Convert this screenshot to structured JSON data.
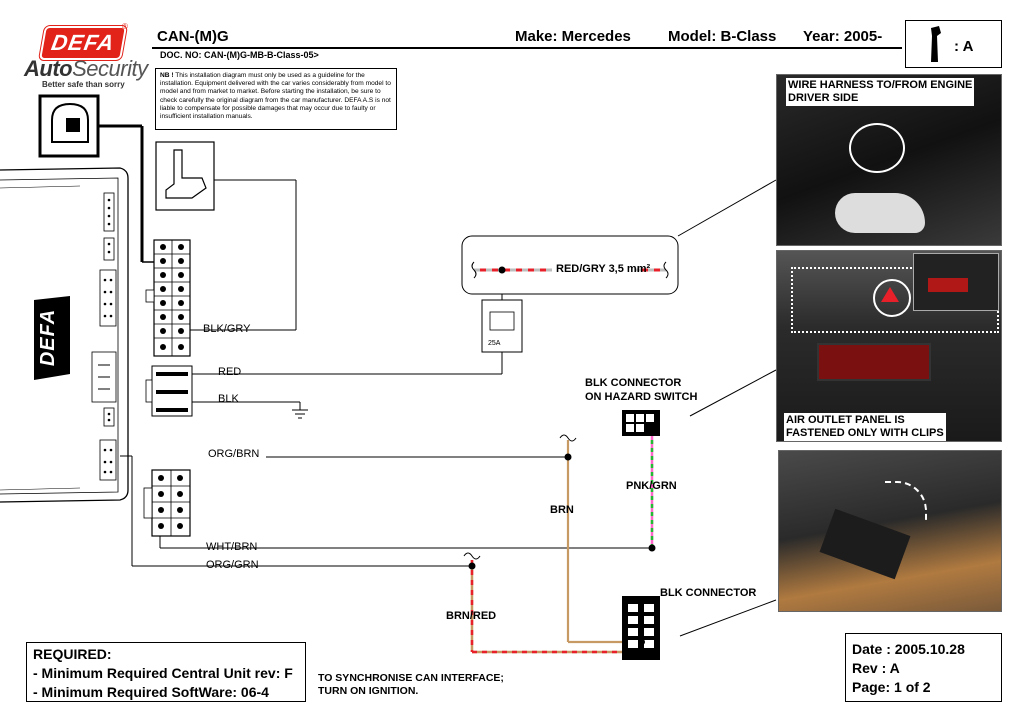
{
  "header": {
    "title": "CAN-(M)G",
    "make": "Make:  Mercedes",
    "model": "Model: B-Class",
    "year": "Year: 2005-",
    "doc_no": "DOC. NO: CAN-(M)G-MB-B-Class-05>",
    "rev_tag": ": A"
  },
  "brand": {
    "logo_text": "DEFA",
    "registered": "®",
    "name_auto": "Auto",
    "name_security": "Security",
    "slogan": "Better safe than sorry",
    "unit_logo": "DEFA"
  },
  "notice": {
    "lead": "NB !",
    "text": "This installation diagram must only be used as a guideline for the installation. Equipment delivered with the car varies considerably from model to model and from market to market. Before starting the installation, be sure to check carefully the original diagram from the car manufacturer. DEFA  A.S is not liable to compensate  for possible damages that may occur due to faulty or insufficient installation manuals."
  },
  "wires": {
    "blk_gry": "BLK/GRY",
    "red": "RED",
    "blk": "BLK",
    "org_brn": "ORG/BRN",
    "wht_brn": "WHT/BRN",
    "org_grn": "ORG/GRN",
    "red_gry": "RED/GRY 3,5 mm²",
    "pnk_grn": "PNK/GRN",
    "brn": "BRN",
    "brn_red": "BRN/RED"
  },
  "fuse_label": "25A",
  "connectors": {
    "hazard_line1": "BLK CONNECTOR",
    "hazard_line2": "ON HAZARD SWITCH",
    "blk": "BLK CONNECTOR"
  },
  "photos": {
    "p1_line1": "WIRE HARNESS TO/FROM ENGINE",
    "p1_line2": "DRIVER SIDE",
    "p2_line1": "AIR OUTLET PANEL IS",
    "p2_line2": "FASTENED ONLY WITH CLIPS"
  },
  "required": {
    "title": "REQUIRED:",
    "line1": "- Minimum Required Central Unit rev: F",
    "line2": "- Minimum Required SoftWare: 06-4"
  },
  "sync_note": {
    "line1": "TO SYNCHRONISE CAN INTERFACE;",
    "line2": "TURN ON IGNITION."
  },
  "doc_info": {
    "date": "Date : 2005.10.28",
    "rev": "Rev  : A",
    "page": "Page: 1 of 2"
  },
  "colors": {
    "brand_red": "#e2231a",
    "brn": "#c79a63",
    "red": "#e8202a",
    "gry": "#bdbdbd",
    "pnk": "#ff66cc",
    "grn": "#22bb33"
  }
}
